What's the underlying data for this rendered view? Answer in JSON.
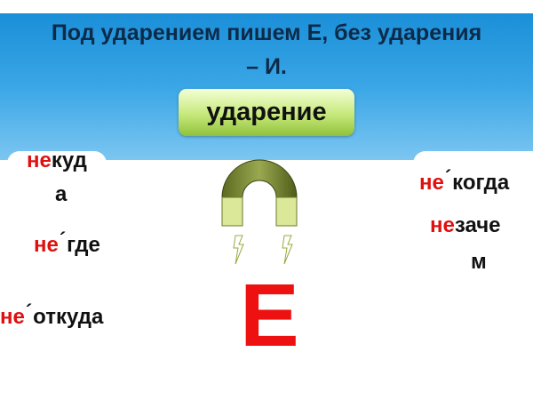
{
  "title": {
    "line1": "Под ударением пишем Е, без ударения",
    "line2": "– И."
  },
  "button": {
    "label": "ударение"
  },
  "words_left": [
    {
      "prefix": "не",
      "rest1": "куд",
      "rest2": "а"
    },
    {
      "prefix": "не",
      "rest1": "где"
    },
    {
      "prefix": "не",
      "rest1": "откуда"
    }
  ],
  "words_right": [
    {
      "prefix": "не",
      "rest1": "когда"
    },
    {
      "prefix": "не",
      "rest1": "заче",
      "rest2": "м"
    }
  ],
  "accent_mark": "´",
  "big_letter": "Е",
  "colors": {
    "accent": "#e01010",
    "title": "#0d2a48",
    "background_top": "#1a8fd8"
  }
}
